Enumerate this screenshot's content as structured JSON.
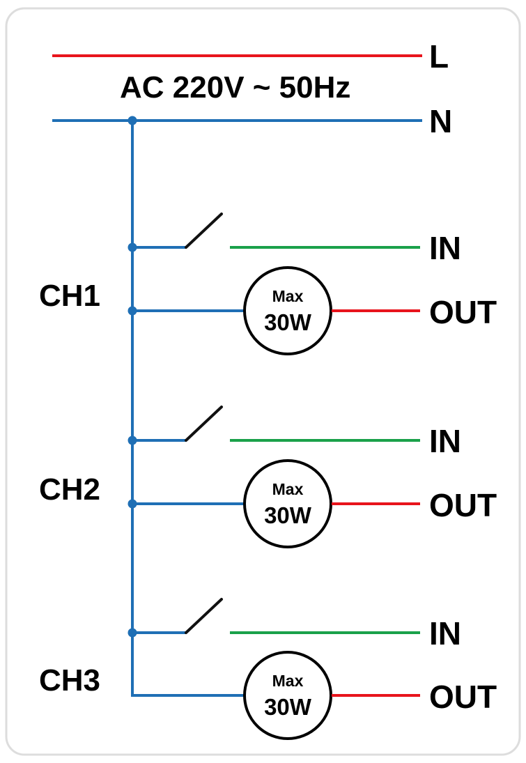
{
  "supply": {
    "line_label": "L",
    "neutral_label": "N",
    "voltage_label": "AC 220V ~ 50Hz"
  },
  "channels": [
    {
      "label": "CH1",
      "in_label": "IN",
      "out_label": "OUT",
      "lamp_top": "Max",
      "lamp_bottom": "30W"
    },
    {
      "label": "CH2",
      "in_label": "IN",
      "out_label": "OUT",
      "lamp_top": "Max",
      "lamp_bottom": "30W"
    },
    {
      "label": "CH3",
      "in_label": "IN",
      "out_label": "OUT",
      "lamp_top": "Max",
      "lamp_bottom": "30W"
    }
  ],
  "colors": {
    "live": "#e8141c",
    "neutral": "#1f6fb5",
    "input": "#1aa14a",
    "switch": "#111111",
    "frame": "#dddddd"
  },
  "icons": {
    "switch": "open-switch-icon",
    "lamp": "load-circle-icon"
  }
}
